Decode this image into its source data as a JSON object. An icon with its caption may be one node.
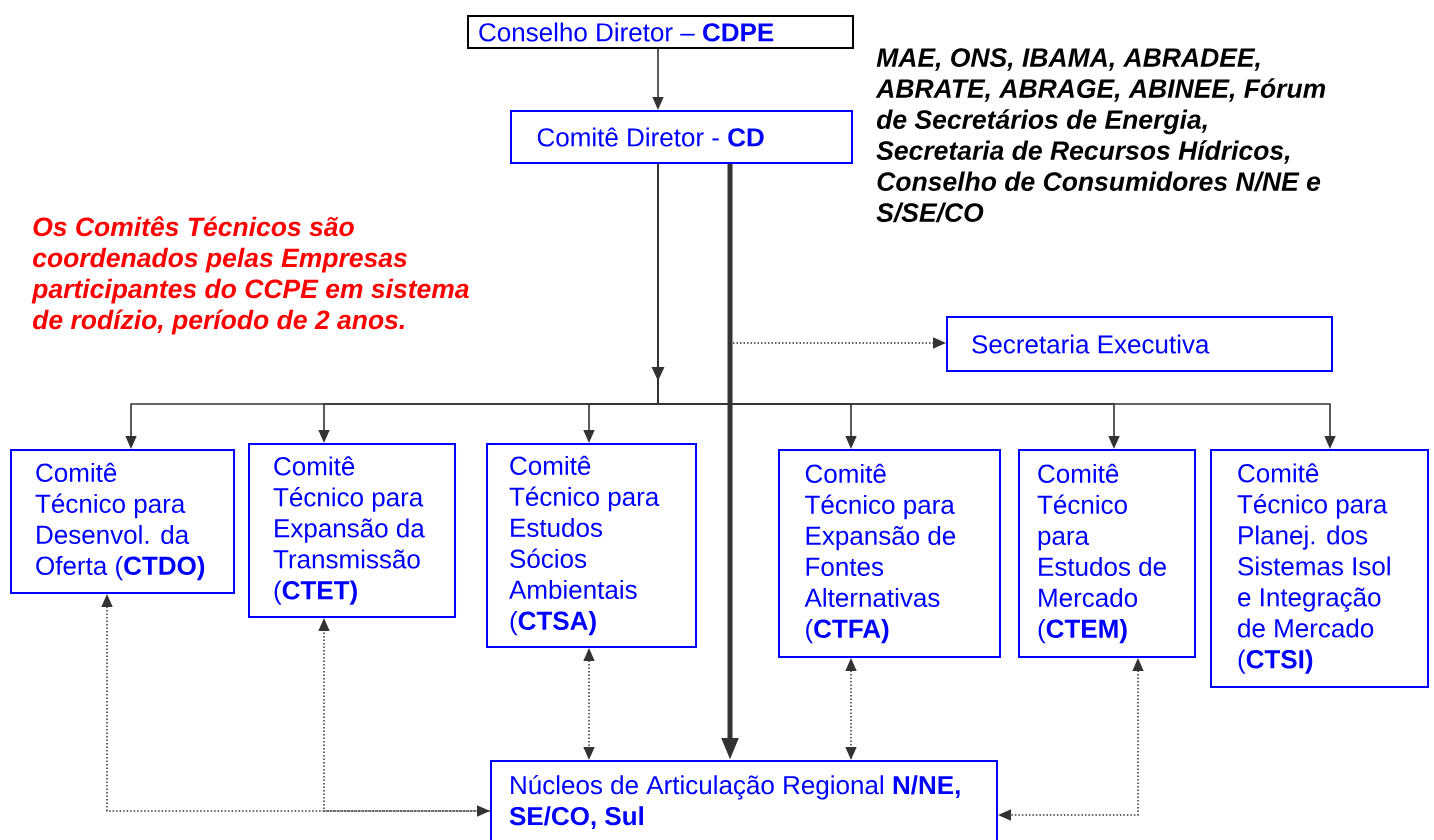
{
  "diagram": {
    "nodes": [
      {
        "text": [
          "Conselho Diretor – **CDPE**"
        ]
      },
      {
        "text": [
          "Comitê Diretor - **CD**"
        ]
      },
      {
        "text": [
          "Secretaria Executiva"
        ]
      },
      {
        "text": [
          "Comitê Técnico para Desenvol. da Oferta (**CTDO)**"
        ]
      },
      {
        "text": [
          "Comitê Técnico para Expansão da Transmissão (**CTET)**"
        ]
      },
      {
        "text": [
          "Comitê Técnico para Estudos Sócios Ambientais (**CTSA)**"
        ]
      },
      {
        "text": [
          "Comitê Técnico para Expansão de Fontes Alternativas (**CTFA)**"
        ]
      },
      {
        "text": [
          "Comitê Técnico para Estudos de Mercado (**CTEM)**"
        ]
      },
      {
        "text": [
          "Comitê Técnico para Planej. dos Sistemas Isol e Integração de Mercado (**CTSI)**"
        ]
      },
      {
        "text": [
          "Núcleos de Articulação Regional **N/NE, SE/CO, Sul**"
        ]
      }
    ],
    "edges": [
      {
        "from": 0,
        "to": 1,
        "arrow": "to"
      },
      {
        "from": 1,
        "to": 3,
        "arrow": "to"
      },
      {
        "from": 1,
        "to": 4,
        "arrow": "to"
      },
      {
        "from": 1,
        "to": 5,
        "arrow": "to"
      },
      {
        "from": 1,
        "to": 6,
        "arrow": "to"
      },
      {
        "from": 1,
        "to": 7,
        "arrow": "to"
      },
      {
        "from": 1,
        "to": 8,
        "arrow": "to"
      },
      {
        "from": 1,
        "to": 9,
        "arrow": "to",
        "style": "thick"
      },
      {
        "from": 1,
        "to": 2,
        "arrow": "to",
        "style": "dashed"
      },
      {
        "from": 3,
        "to": 9,
        "arrow": "both",
        "style": "dashed"
      },
      {
        "from": 9,
        "to": 4,
        "arrow": "to",
        "style": "dashed"
      },
      {
        "from": 5,
        "to": 9,
        "arrow": "both",
        "style": "dashed"
      },
      {
        "from": 6,
        "to": 9,
        "arrow": "both",
        "style": "dashed"
      },
      {
        "from": 7,
        "to": 9,
        "arrow": "both",
        "style": "dashed"
      }
    ],
    "labels": [
      "MAE, ONS, IBAMA, ABRADEE, ABRATE, ABRAGE, ABINEE, Fórum de Secretários de Energia, Secretaria de Recursos Hídricos, Conselho de Consumidores N/NE e S/SE/CO",
      "Os Comitês Técnicos são coordenados pelas Empresas participantes do CCPE em sistema de rodízio, período de 2 anos."
    ]
  }
}
